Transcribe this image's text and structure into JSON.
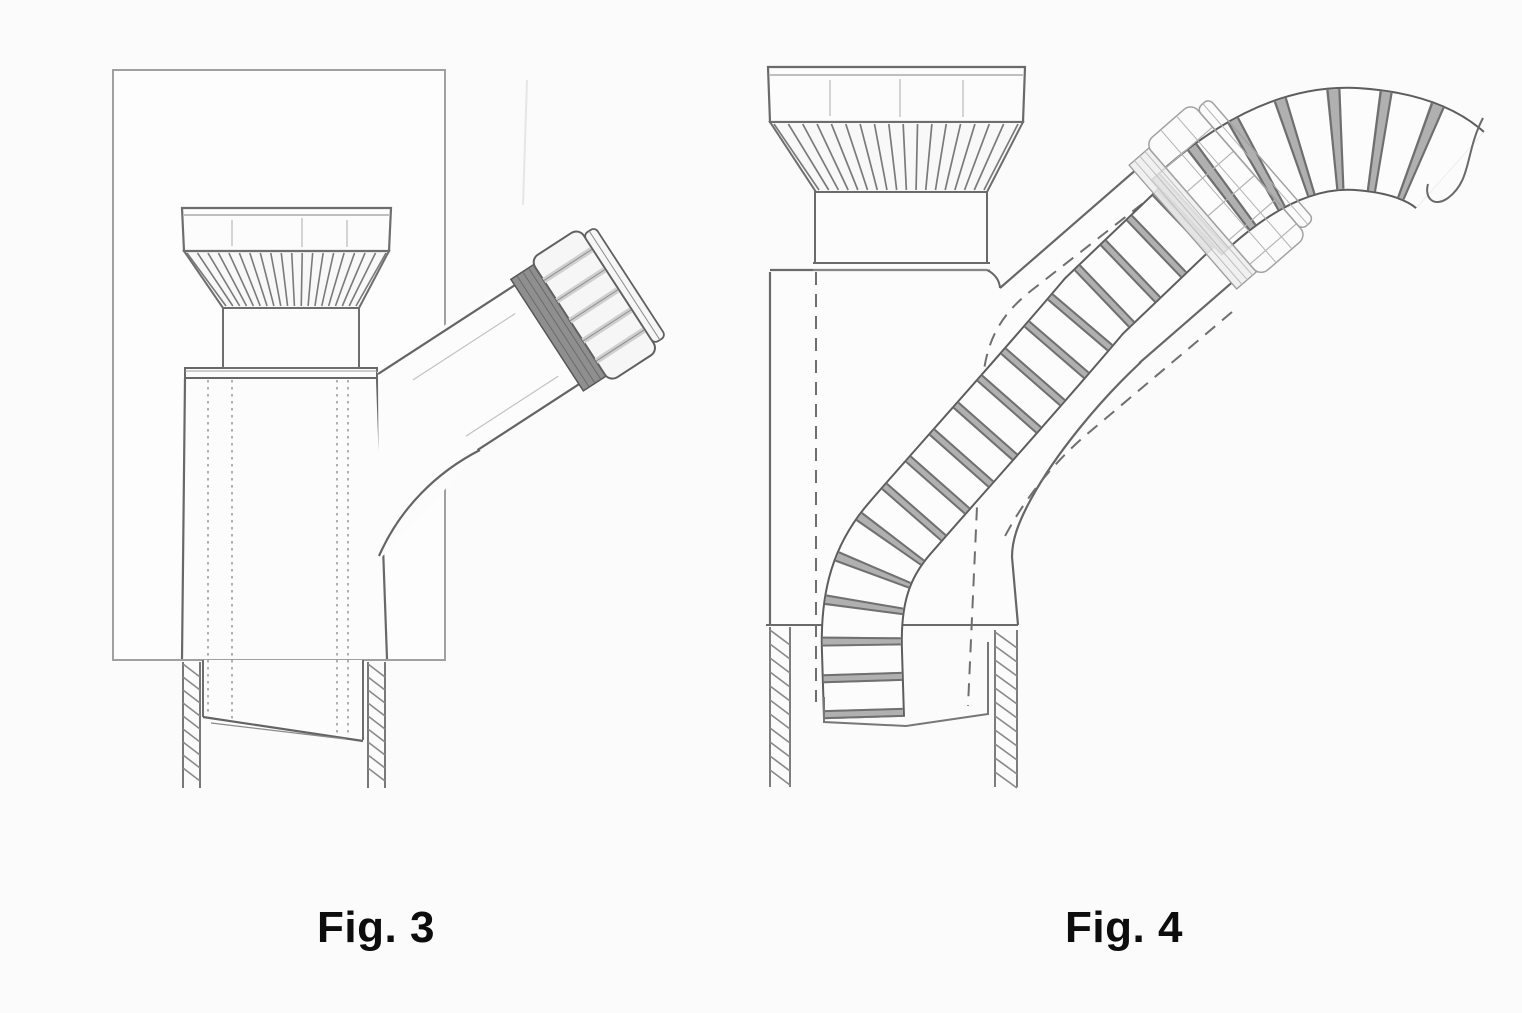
{
  "page": {
    "background_color": "#fbfbfb",
    "ink_color": "#666666",
    "light_ink_color": "#a2a2a2",
    "collar_fill_color": "#8f8f8f",
    "hose_rib_color": "#b0b0b0",
    "caption_color": "#0d0d0d"
  },
  "figures": [
    {
      "id": "fig3",
      "caption": "Fig. 3"
    },
    {
      "id": "fig4",
      "caption": "Fig. 4"
    }
  ]
}
